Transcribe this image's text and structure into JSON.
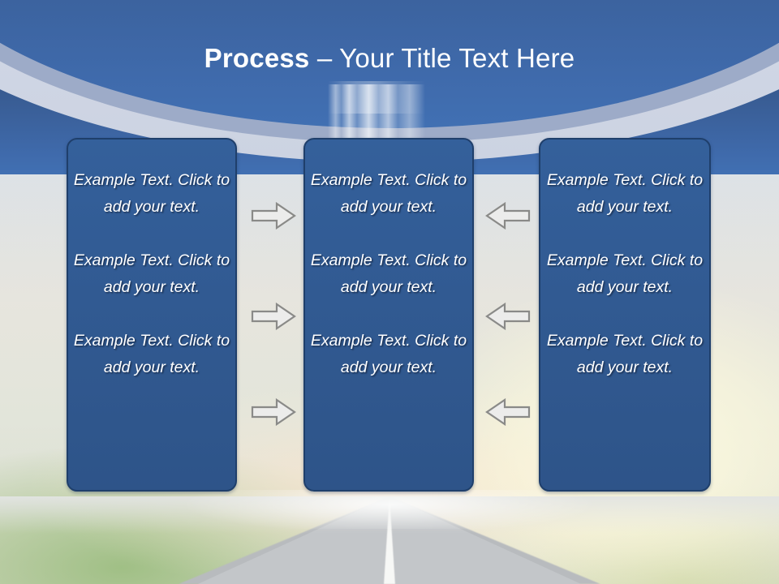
{
  "slide": {
    "title_strong": "Process",
    "title_rest": " – Your Title Text Here",
    "theme": {
      "header_blue_top": "#2b4876",
      "header_blue_bottom": "#4170b3",
      "box_fill": "#315a92",
      "box_border": "#1f3f6b",
      "swoosh_silver": "#d4dae7",
      "swoosh_gray_blue": "#9aa9c6",
      "arrow_fill": "#ececeb",
      "arrow_outline": "#8a8a88",
      "text_white": "#ffffff"
    }
  },
  "columns": [
    {
      "name": "left-column",
      "cells": [
        "Example Text. Click  to add your text.",
        "Example Text. Click  to add your text.",
        "Example Text. Click  to add your text."
      ]
    },
    {
      "name": "center-column",
      "cells": [
        "Example Text. Click  to add your text.",
        "Example Text. Click  to add your text.",
        "Example Text. Click  to add your text."
      ]
    },
    {
      "name": "right-column",
      "cells": [
        "Example Text. Click  to add your text.",
        "Example Text. Click  to add your text.",
        "Example Text. Click  to add your text."
      ]
    }
  ],
  "arrows": {
    "right_pointing": [
      "arrow-right-icon",
      "arrow-right-icon",
      "arrow-right-icon"
    ],
    "left_pointing": [
      "arrow-left-icon",
      "arrow-left-icon",
      "arrow-left-icon"
    ]
  },
  "background": {
    "scene": "road-to-horizon-photo",
    "elements": [
      "sky-haze",
      "grass-left",
      "grass-right",
      "asphalt-road",
      "road-center-line"
    ]
  }
}
